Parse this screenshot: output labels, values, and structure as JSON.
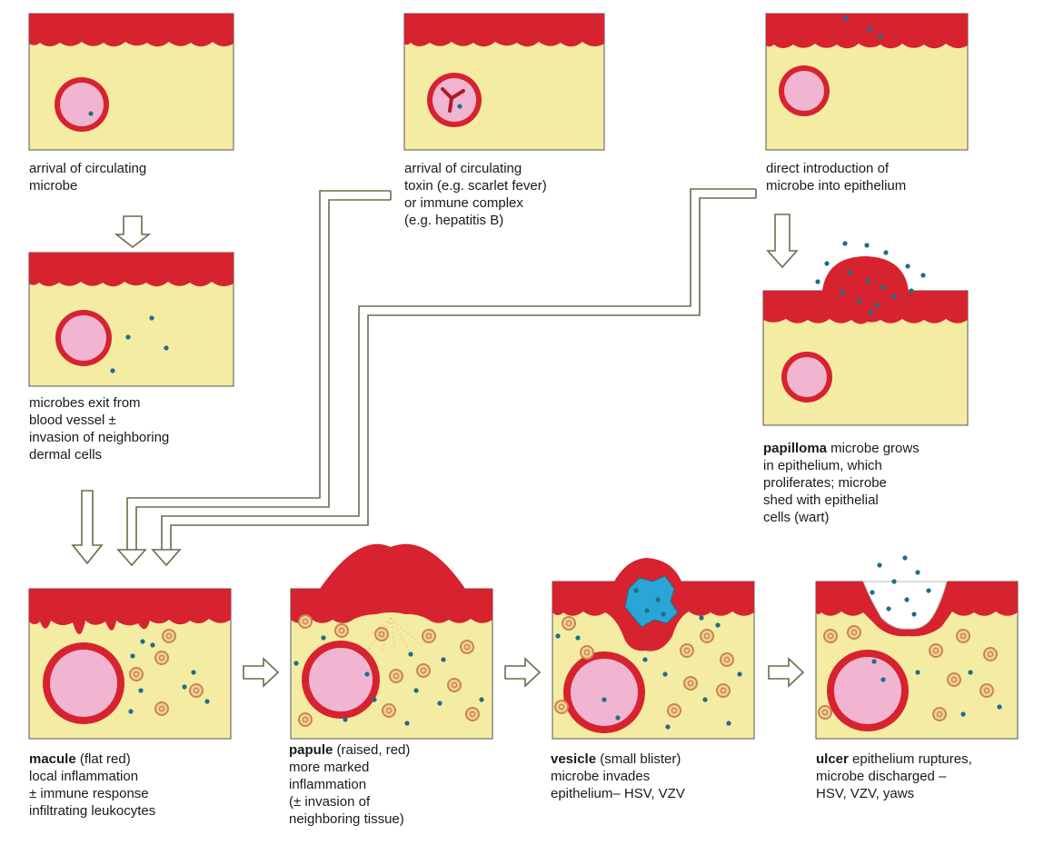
{
  "colors": {
    "epidermis": "#d6232f",
    "dermis": "#f5eca4",
    "vessel_ring": "#d6232f",
    "vessel_lumen": "#f1b5d2",
    "microbe": "#1d6e8a",
    "blister": "#2aa6d6",
    "leukocyte": "#e0a070",
    "arrow_outline": "#7a7a5a"
  },
  "captions": {
    "c1": {
      "lines": [
        "arrival of circulating",
        "microbe"
      ]
    },
    "c2": {
      "lines": [
        "arrival of circulating",
        "toxin (e.g. scarlet fever)",
        "or immune complex",
        "(e.g. hepatitis B)"
      ]
    },
    "c3": {
      "lines": [
        "direct introduction of",
        "microbe into epithelium"
      ]
    },
    "c4": {
      "lines": [
        "microbes exit from",
        "blood vessel ±",
        "invasion of neighboring",
        "dermal cells"
      ]
    },
    "papilloma": {
      "term": "papilloma",
      "lines": [
        " microbe grows",
        "in epithelium, which",
        "proliferates; microbe",
        "shed with epithelial",
        "cells (wart)"
      ]
    },
    "macule": {
      "term": "macule",
      "lines": [
        " (flat red)",
        "local inflammation",
        "± immune response",
        "infiltrating leukocytes"
      ]
    },
    "papule": {
      "term": "papule",
      "lines": [
        " (raised, red)",
        "more marked",
        "inflammation",
        "(± invasion of",
        "neighboring tissue)"
      ]
    },
    "vesicle": {
      "term": "vesicle",
      "lines": [
        " (small blister)",
        "microbe invades",
        "epithelium– HSV, VZV"
      ]
    },
    "ulcer": {
      "term": "ulcer",
      "lines": [
        " epithelium ruptures,",
        "microbe discharged –",
        "HSV, VZV, yaws"
      ]
    }
  }
}
